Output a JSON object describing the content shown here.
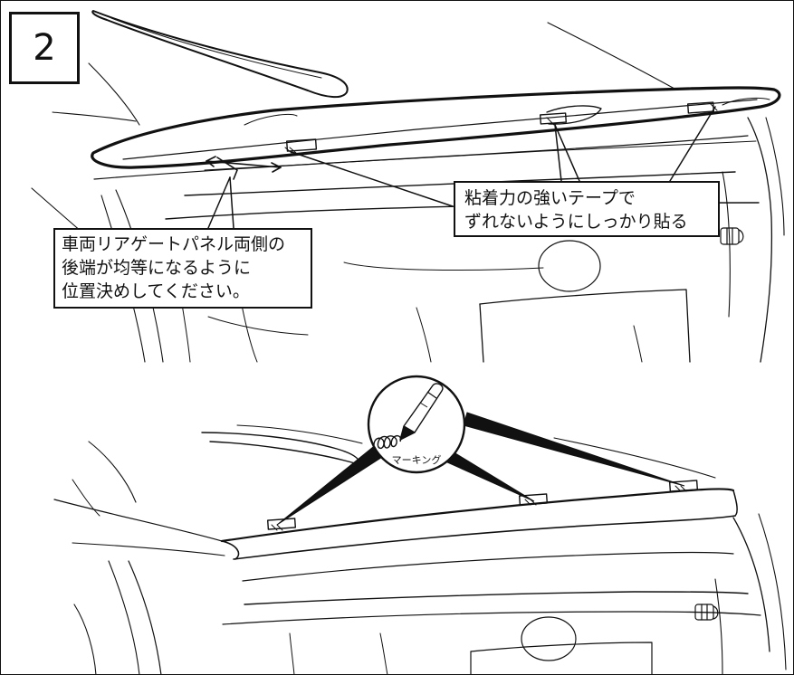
{
  "step": {
    "number": "2"
  },
  "callouts": {
    "tape": {
      "lines": [
        "粘着力の強いテープで",
        "ずれないようにしっかり貼る"
      ]
    },
    "position": {
      "lines": [
        "車両リアゲートパネル両側の",
        "後端が均等になるように",
        "位置決めしてください。"
      ]
    }
  },
  "marking": {
    "label": "マーキング"
  },
  "icons": [
    "marker-pen-icon",
    "tape-strip-icon",
    "alignment-arrow-icon"
  ],
  "colors": {
    "line": "#111111",
    "background": "#ffffff"
  }
}
